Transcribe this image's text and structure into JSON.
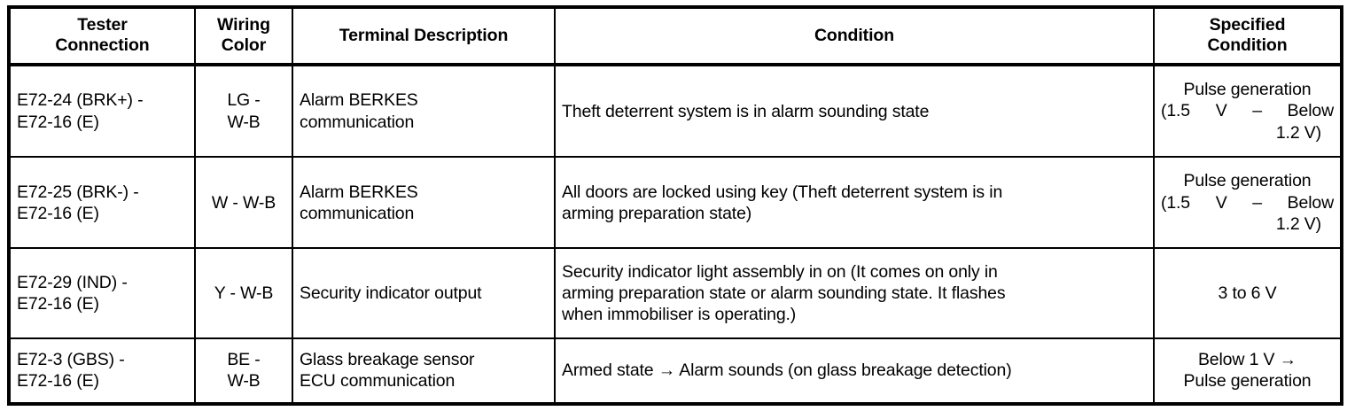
{
  "table": {
    "headers": [
      {
        "id": "tester-connection",
        "label": "Tester\nConnection",
        "line1": "Tester",
        "line2": "Connection"
      },
      {
        "id": "wiring-color",
        "label": "Wiring\nColor",
        "line1": "Wiring",
        "line2": "Color"
      },
      {
        "id": "terminal-description",
        "label": "Terminal Description",
        "line1": "Terminal Description",
        "line2": ""
      },
      {
        "id": "condition",
        "label": "Condition",
        "line1": "Condition",
        "line2": ""
      },
      {
        "id": "specified-condition",
        "label": "Specified\nCondition",
        "line1": "Specified",
        "line2": "Condition"
      }
    ],
    "rows": [
      {
        "tester_line1": "E72-24 (BRK+) -",
        "tester_line2": "E72-16 (E)",
        "wiring_line1": "LG -",
        "wiring_line2": "W-B",
        "terminal_line1": "Alarm BERKES",
        "terminal_line2": "communication",
        "condition": "Theft deterrent system is in alarm sounding state",
        "condition_line2": "",
        "condition_line3": "",
        "spec_line1": "Pulse generation",
        "spec_line2": "(1.5 V – Below",
        "spec_line3": "1.2 V)"
      },
      {
        "tester_line1": "E72-25 (BRK-) -",
        "tester_line2": "E72-16 (E)",
        "wiring_line1": "W - W-B",
        "wiring_line2": "",
        "terminal_line1": "Alarm BERKES",
        "terminal_line2": "communication",
        "condition": "All doors are locked using key (Theft deterrent system is in",
        "condition_line2": "arming preparation state)",
        "condition_line3": "",
        "spec_line1": "Pulse generation",
        "spec_line2": "(1.5 V – Below",
        "spec_line3": "1.2 V)"
      },
      {
        "tester_line1": "E72-29 (IND) -",
        "tester_line2": "E72-16 (E)",
        "wiring_line1": "Y - W-B",
        "wiring_line2": "",
        "terminal_line1": "Security indicator output",
        "terminal_line2": "",
        "condition": "Security indicator light assembly in on (It comes on only in",
        "condition_line2": "arming preparation state or alarm sounding state. It flashes",
        "condition_line3": "when immobiliser is operating.)",
        "spec_line1": "3 to 6 V",
        "spec_line2": "",
        "spec_line3": ""
      },
      {
        "tester_line1": "E72-3 (GBS) -",
        "tester_line2": "E72-16 (E)",
        "wiring_line1": "BE -",
        "wiring_line2": "W-B",
        "terminal_line1": "Glass breakage sensor",
        "terminal_line2": "ECU communication",
        "condition": "Armed state → Alarm sounds (on glass breakage detection)",
        "condition_line2": "",
        "condition_line3": "",
        "spec_line1": "Below 1 V →",
        "spec_line2": "Pulse generation",
        "spec_line3": ""
      }
    ]
  },
  "colors": {
    "border": "#000000",
    "text": "#000000",
    "background": "#ffffff"
  }
}
